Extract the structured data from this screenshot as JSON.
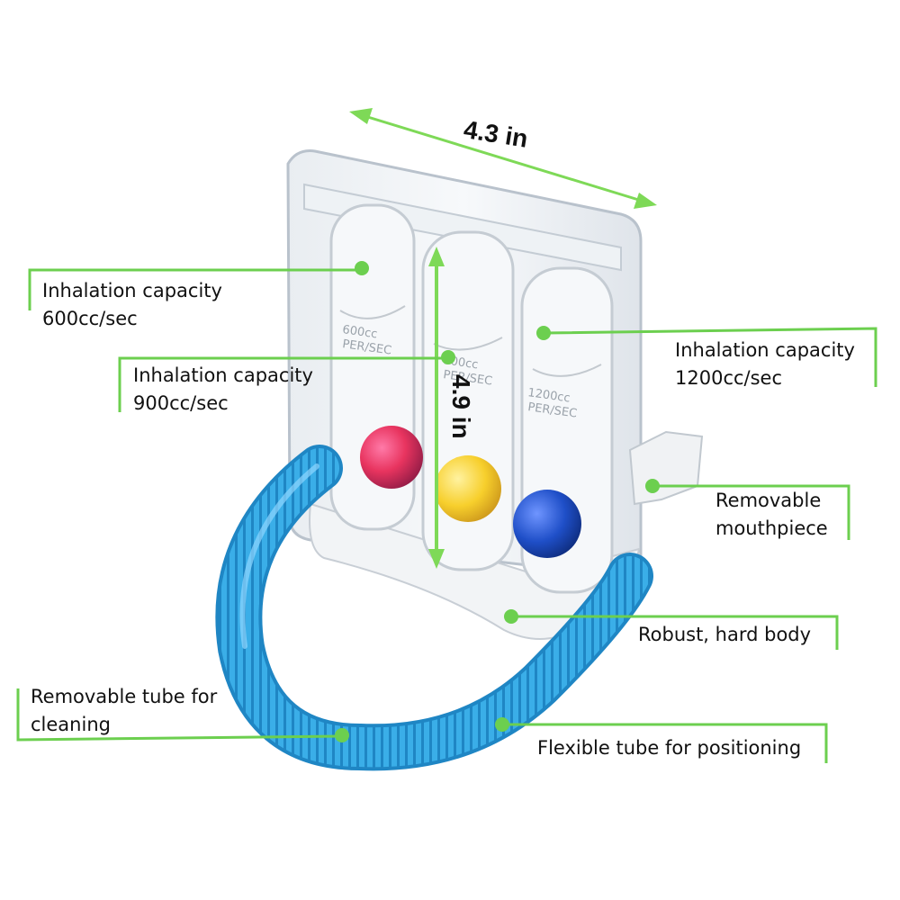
{
  "dimensions": {
    "width_label": "4.3 in",
    "height_label": "4.9 in"
  },
  "callouts": {
    "inhalation_600": {
      "line1": "Inhalation capacity",
      "line2": "600cc/sec"
    },
    "inhalation_900": {
      "line1": "Inhalation capacity",
      "line2": "900cc/sec"
    },
    "inhalation_1200": {
      "line1": "Inhalation capacity",
      "line2": "1200cc/sec"
    },
    "mouthpiece": {
      "line1": "Removable",
      "line2": "mouthpiece"
    },
    "body": {
      "line1": "Robust, hard body"
    },
    "tube_cleaning": {
      "line1": "Removable tube for",
      "line2": "cleaning"
    },
    "tube_flexible": {
      "line1": "Flexible tube for positioning"
    }
  },
  "chamber_markings": {
    "left": {
      "line1": "600cc",
      "line2": "PER/SEC"
    },
    "middle": {
      "line1": "900cc",
      "line2": "PER/SEC"
    },
    "right": {
      "line1": "1200cc",
      "line2": "PER/SEC"
    }
  },
  "colors": {
    "callout_green": "#6ccf4f",
    "arrow_green": "#7ed957",
    "tube_blue": "#3aaee8",
    "ball_red": "#e8345f",
    "ball_yellow": "#f7cf2c",
    "ball_blue": "#1f4fc8"
  }
}
